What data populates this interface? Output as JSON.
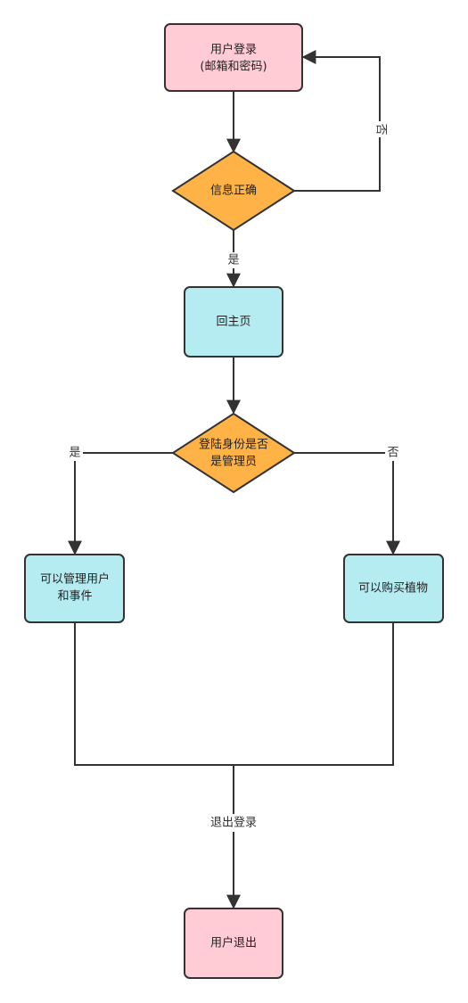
{
  "colors": {
    "terminal_fill": "#ffccd5",
    "process_fill": "#b4ecf2",
    "decision_fill": "#ffb347",
    "stroke": "#333333",
    "edge": "#333333"
  },
  "nodes": {
    "login": {
      "line1": "用户登录",
      "line2": "(邮箱和密码)"
    },
    "check_info": {
      "line1": "信息正确"
    },
    "home": {
      "line1": "回主页"
    },
    "check_admin": {
      "line1": "登陆身份是否",
      "line2": "是管理员"
    },
    "manage": {
      "line1": "可以管理用户",
      "line2": "和事件"
    },
    "buy": {
      "line1": "可以购买植物"
    },
    "logout": {
      "line1": "用户退出"
    }
  },
  "edge_labels": {
    "info_no": "否",
    "info_yes": "是",
    "admin_yes": "是",
    "admin_no": "否",
    "to_logout": "退出登录"
  }
}
